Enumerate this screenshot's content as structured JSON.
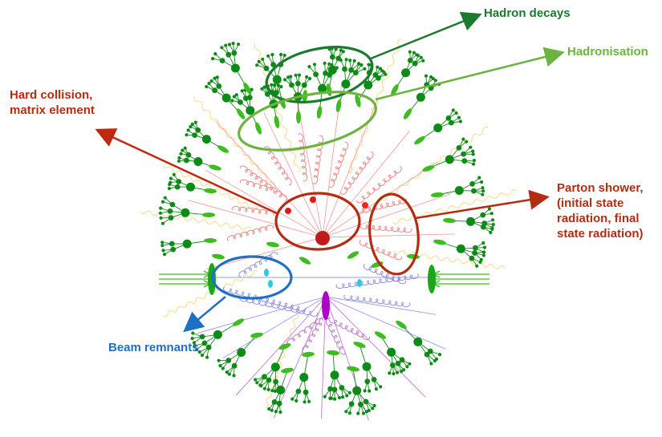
{
  "labels": {
    "hadron_decays": "Hadron decays",
    "hadronisation": "Hadronisation",
    "hard_collision": "Hard collision,\nmatrix element",
    "parton_shower": "Parton shower,\n(initial state\nradiation, final\nstate radiation)",
    "beam_remnants": "Beam remnants"
  },
  "colors": {
    "hadron_decays": "#1a7a2e",
    "hadronisation": "#6db33f",
    "hard_collision": "#c0280f",
    "parton_shower": "#b32d12",
    "beam_remnants": "#1f6fc4",
    "hadron": "#0e8a16",
    "cluster": "#3dbd1f",
    "gluon_red": "#f07a7a",
    "gluon_blue": "#8a8ae0",
    "gluon_purple": "#b870c8",
    "photon": "#f2c74a",
    "hard_blob": "#c01a1a",
    "beam_remnant_blob": "#2ec9e0",
    "central_blob": "#b000c8"
  }
}
